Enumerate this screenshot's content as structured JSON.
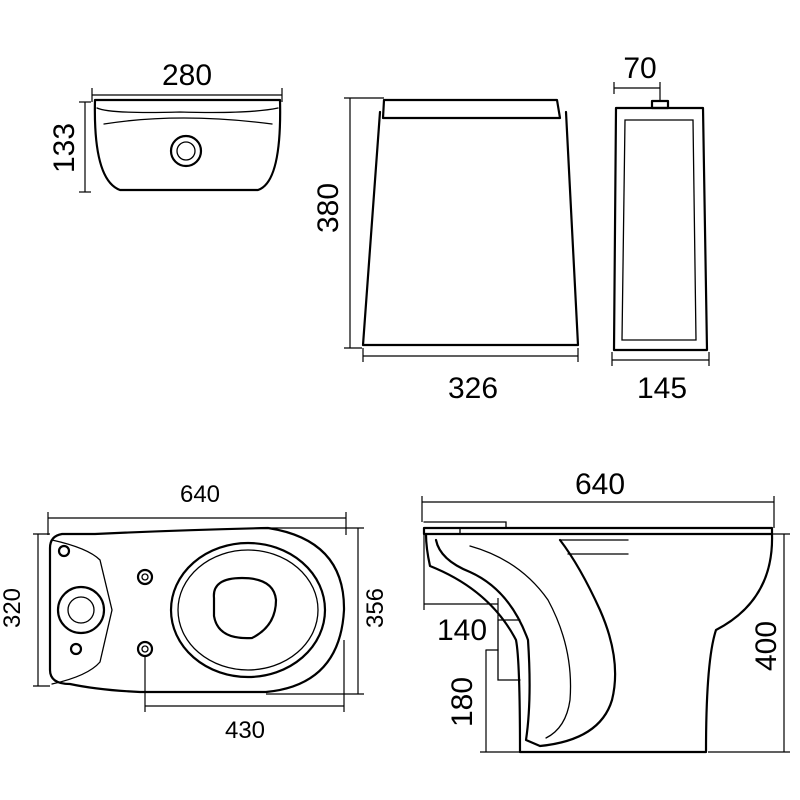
{
  "dimensions": {
    "tank_top_width": "280",
    "tank_top_depth": "133",
    "tank_height": "380",
    "tank_front_width": "326",
    "tank_side_top": "70",
    "tank_side_depth": "145",
    "bowl_plan_length": "640",
    "bowl_plan_width": "320",
    "bowl_plan_width_outer": "356",
    "bowl_fixing_distance": "430",
    "bowl_side_length": "640",
    "bowl_height": "400",
    "outlet_offset": "140",
    "outlet_height": "180"
  }
}
